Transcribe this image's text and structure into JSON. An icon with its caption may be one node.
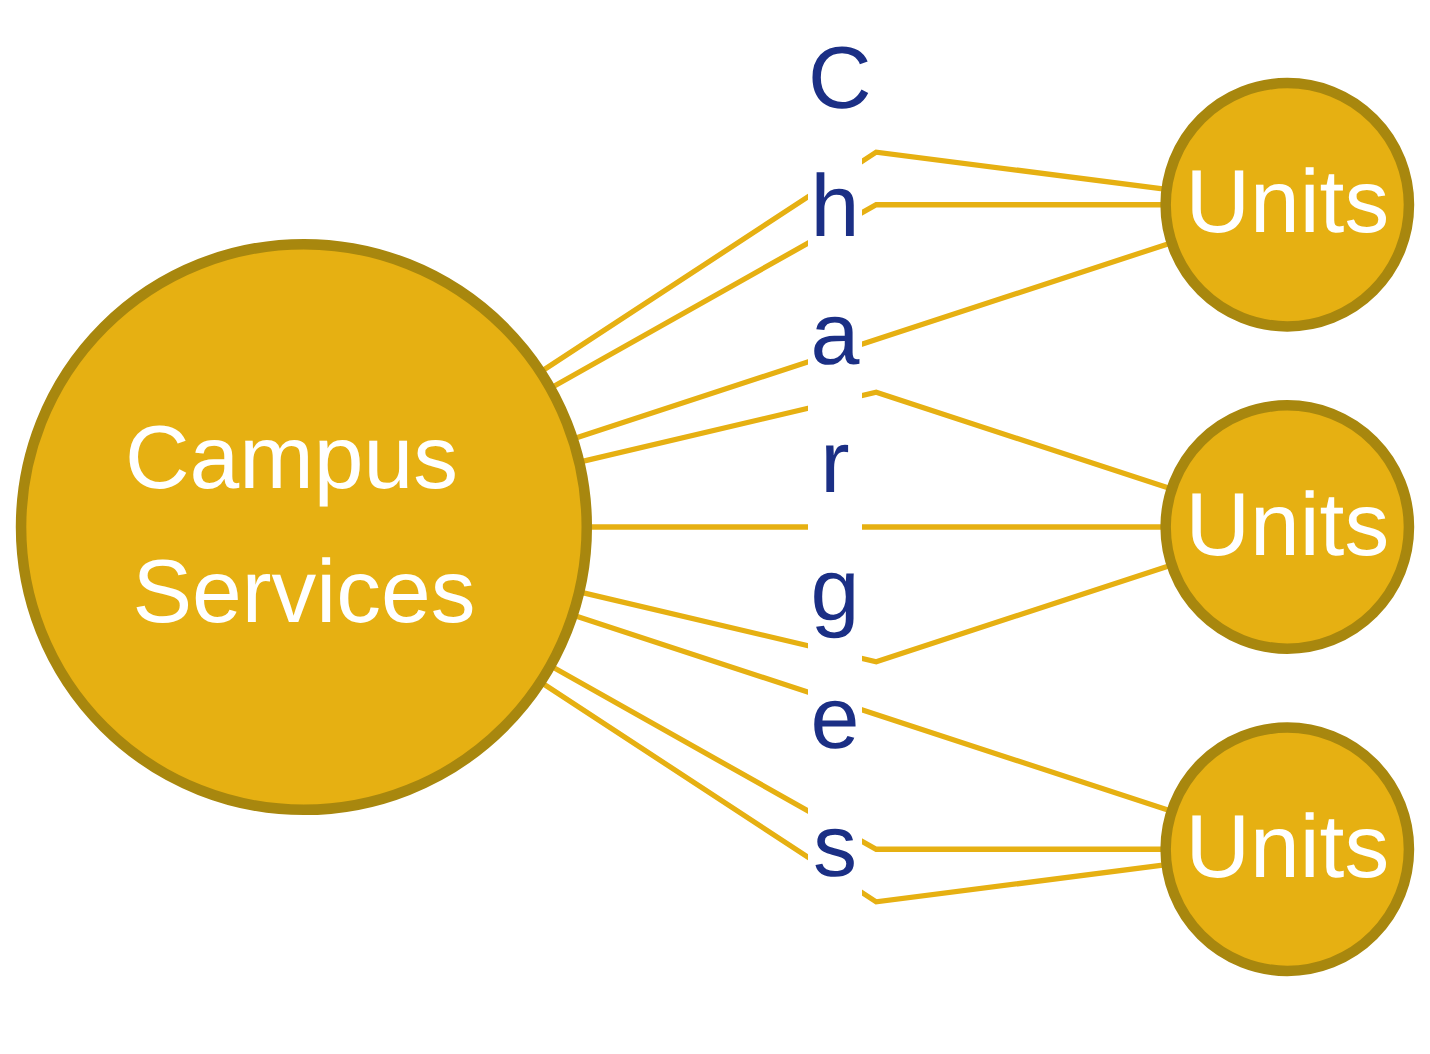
{
  "diagram": {
    "nodes": [
      {
        "text": [
          "Campus Services"
        ]
      },
      {
        "text": [
          "Units"
        ]
      },
      {
        "text": [
          "Units"
        ]
      },
      {
        "text": [
          "Units"
        ]
      }
    ],
    "edges": [
      {
        "from": 0,
        "to": 1,
        "arrow": "none"
      },
      {
        "from": 0,
        "to": 1,
        "arrow": "none"
      },
      {
        "from": 0,
        "to": 1,
        "arrow": "none"
      },
      {
        "from": 0,
        "to": 2,
        "arrow": "none"
      },
      {
        "from": 0,
        "to": 2,
        "arrow": "none"
      },
      {
        "from": 0,
        "to": 2,
        "arrow": "none"
      },
      {
        "from": 0,
        "to": 3,
        "arrow": "none"
      },
      {
        "from": 0,
        "to": 3,
        "arrow": "none"
      },
      {
        "from": 0,
        "to": 3,
        "arrow": "none"
      }
    ],
    "labels": [
      "Charges"
    ]
  }
}
